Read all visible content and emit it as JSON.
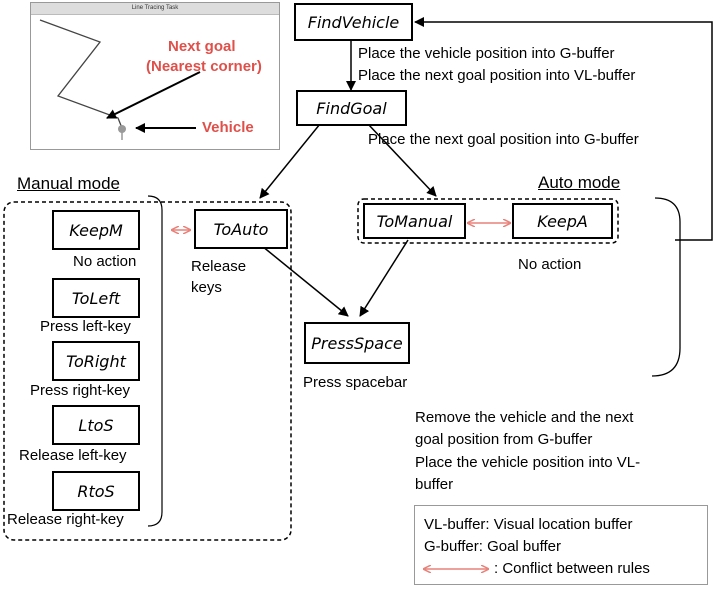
{
  "screenshot": {
    "window_title": "Line Tracing Task",
    "next_goal_label_1": "Next goal",
    "next_goal_label_2": "(Nearest corner)",
    "vehicle_label": "Vehicle"
  },
  "nodes": {
    "find_vehicle": "FindVehicle",
    "find_goal": "FindGoal",
    "keep_m": "KeepM",
    "to_auto": "ToAuto",
    "to_left": "ToLeft",
    "to_right": "ToRight",
    "ltos": "LtoS",
    "rtos": "RtoS",
    "to_manual": "ToManual",
    "keep_a": "KeepA",
    "press_space": "PressSpace"
  },
  "annotations": {
    "find_vehicle_1": "Place the vehicle position into G-buffer",
    "find_vehicle_2": "Place the next goal position into VL-buffer",
    "find_goal": "Place the next goal position into G-buffer",
    "keep_m": "No action",
    "to_auto_1": "Release",
    "to_auto_2": "keys",
    "to_left": "Press left-key",
    "to_right": "Press right-key",
    "ltos": "Release left-key",
    "rtos": "Release right-key",
    "keep_a": "No action",
    "press_space": "Press spacebar",
    "auto_rule_1": "Remove the vehicle and the next",
    "auto_rule_2": "goal position from G-buffer",
    "auto_rule_3": "Place the vehicle position into VL-",
    "auto_rule_4": "buffer"
  },
  "groups": {
    "manual_mode": "Manual mode",
    "auto_mode": "Auto mode"
  },
  "legend": {
    "vl_buffer": "VL-buffer: Visual location buffer",
    "g_buffer": "G-buffer: Goal buffer",
    "conflict": ": Conflict between rules"
  },
  "colors": {
    "accent_red": "#e0504a",
    "conflict_arrow": "#e8827a"
  }
}
